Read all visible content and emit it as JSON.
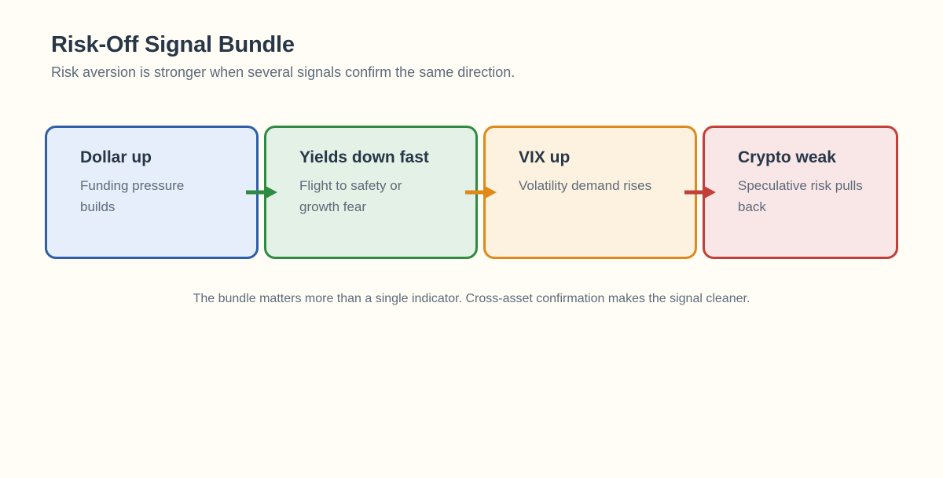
{
  "header": {
    "title": "Risk-Off Signal Bundle",
    "subtitle": "Risk aversion is stronger when several signals confirm the same direction."
  },
  "cards": [
    {
      "title": "Dollar up",
      "description": "Funding pressure builds",
      "border_color": "#2e5fa7",
      "fill_color": "#e6edfb"
    },
    {
      "title": "Yields down fast",
      "description": "Flight to safety or growth fear",
      "border_color": "#2f8b42",
      "fill_color": "#e4f1e7"
    },
    {
      "title": "VIX up",
      "description": "Volatility demand rises",
      "border_color": "#dd8a1a",
      "fill_color": "#fdf2e0"
    },
    {
      "title": "Crypto weak",
      "description": "Speculative risk pulls back",
      "border_color": "#c2403a",
      "fill_color": "#f9e6e7"
    }
  ],
  "arrows": [
    {
      "name": "arrow-dollar-to-yields",
      "color": "#2f8b42"
    },
    {
      "name": "arrow-yields-to-vix",
      "color": "#dd8a1a"
    },
    {
      "name": "arrow-vix-to-crypto",
      "color": "#c2403a"
    }
  ],
  "footer": {
    "caption": "The bundle matters more than a single indicator. Cross-asset confirmation makes the signal cleaner."
  }
}
